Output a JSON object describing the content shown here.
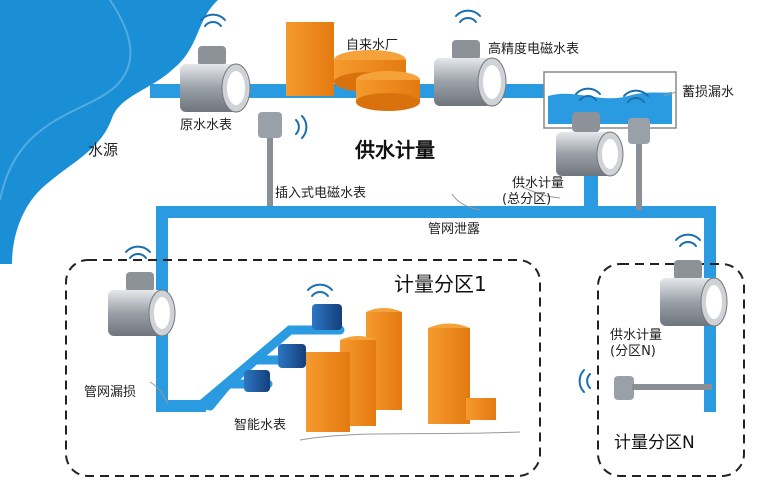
{
  "labels": {
    "water_source": "水源",
    "raw_water_meter": "原水水表",
    "waterworks": "自来水厂",
    "precision_em_meter": "高精度电磁水表",
    "reservoir_leak": "蓄损漏水",
    "insertion_em_meter": "插入式电磁水表",
    "supply_metering": "供水计量",
    "supply_meter_total": "供水计量",
    "supply_meter_total_sub": "(总分区)",
    "pipe_leak_top": "管网泄露",
    "zone_1": "计量分区1",
    "pipe_leak_left": "管网漏损",
    "smart_meter": "智能水表",
    "supply_meter_zone_n": "供水计量",
    "supply_meter_zone_n_sub": "(分区N)",
    "zone_n": "计量分区N"
  },
  "colors": {
    "water": "#1a8fd6",
    "pipe": "#2a9be0",
    "tank": "#f28a1c",
    "tank_dark": "#d9720c",
    "meter_body": "#b9bcc2",
    "meter_face": "#ffffff",
    "meter_blue": "#1f5fa8"
  }
}
